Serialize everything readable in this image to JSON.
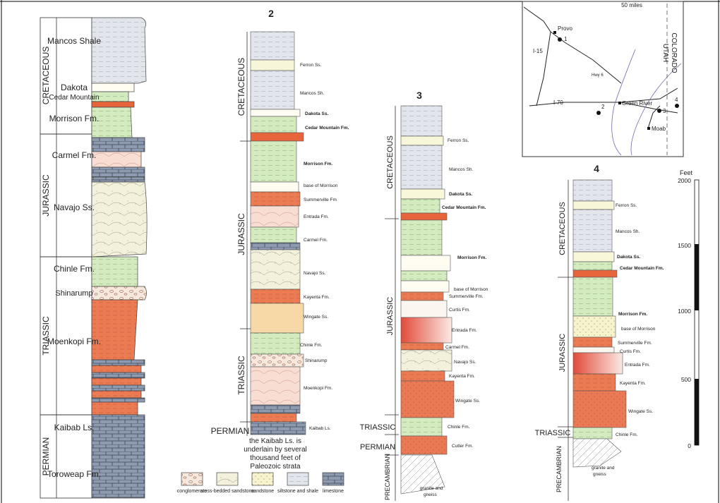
{
  "col1": {
    "periods": [
      "CRETACEOUS",
      "JURASSIC",
      "TRIASSIC",
      "PERMIAN"
    ],
    "units": [
      "Mancos Shale",
      "Dakota",
      "Cedar Mountain",
      "Morrison Fm.",
      "Carmel Fm.",
      "Navajo Ss.",
      "Chinle Fm.",
      "Shinarump",
      "Moenkopi Fm.",
      "Kaibab Ls.",
      "Toroweap Fm."
    ]
  },
  "col2": {
    "number": "2",
    "periods": [
      "CRETACEOUS",
      "JURASSIC",
      "TRIASSIC",
      "PERMIAN"
    ],
    "units": [
      "Ferron Ss.",
      "Mancos Sh.",
      "Dakota Ss.",
      "Cedar Mountain Fm.",
      "Morrison Fm.",
      "base of Morrison",
      "Summerville Fm",
      "Entrada Fm.",
      "Carmel Fm.",
      "Navajo Ss.",
      "Kayenta Fm.",
      "Wingate Ss.",
      "Chinle Fm.",
      "Shinarump",
      "Moenkopi Fm.",
      "Kaibab Ls."
    ],
    "note": [
      "the Kaibab Ls. is",
      "underlain by several",
      "thousand feet of",
      "Paleozoic strata"
    ]
  },
  "col3": {
    "number": "3",
    "periods": [
      "CRETACEOUS",
      "JURASSIC",
      "TRIASSIC",
      "PERMIAN",
      "PRECAMBRIAN"
    ],
    "units": [
      "Ferron Ss.",
      "Mancos Sh.",
      "Dakota Ss.",
      "Cedar Mountain Fm.",
      "Morrison Fm.",
      "base of Morrison",
      "Summerville Fm.",
      "Curtis Fm.",
      "Entrada Fm.",
      "Carmel Fm.",
      "Navajo Ss.",
      "Kayenta Fm.",
      "Wingate Ss.",
      "Chinle Fm.",
      "Cutler Fm."
    ],
    "basement": [
      "granite and",
      "gneiss"
    ]
  },
  "col4": {
    "number": "4",
    "periods": [
      "CRETACEOUS",
      "JURASSIC",
      "TRIASSIC",
      "PRECAMBRIAN"
    ],
    "units": [
      "Ferron Ss.",
      "Mancos Sh.",
      "Dakota Ss.",
      "Cedar Mountain Fm.",
      "Morrison Fm.",
      "base of Morrison",
      "Summerville Fm.",
      "Curtis Fm.",
      "Entrada Fm.",
      "Kayenta Fm.",
      "Wingate Ss.",
      "Chinle Fm."
    ],
    "basement": [
      "granite and",
      "gneiss"
    ]
  },
  "map": {
    "scale": "50 miles",
    "places": [
      "Provo",
      "Green River",
      "Moab"
    ],
    "roads": [
      "I-15",
      "Hwy 6",
      "I-70"
    ],
    "sites": [
      "1",
      "2",
      "3",
      "4"
    ],
    "states": [
      "UTAH",
      "COLORADO"
    ]
  },
  "scale_bar": {
    "unit": "Feet",
    "ticks": [
      "2000",
      "1500",
      "1000",
      "500",
      "0"
    ]
  },
  "legend": [
    "conglomerate",
    "cross-bedded sandstone",
    "sandstone",
    "siltstone and shale",
    "limestone"
  ],
  "colors": {
    "shale": "#e4e6ec",
    "limestone": "#8a96ab",
    "redbed": "#e8744a",
    "green": "#cfe8b8",
    "yellow": "#f6f2c6",
    "pink": "#f6d7cf"
  }
}
